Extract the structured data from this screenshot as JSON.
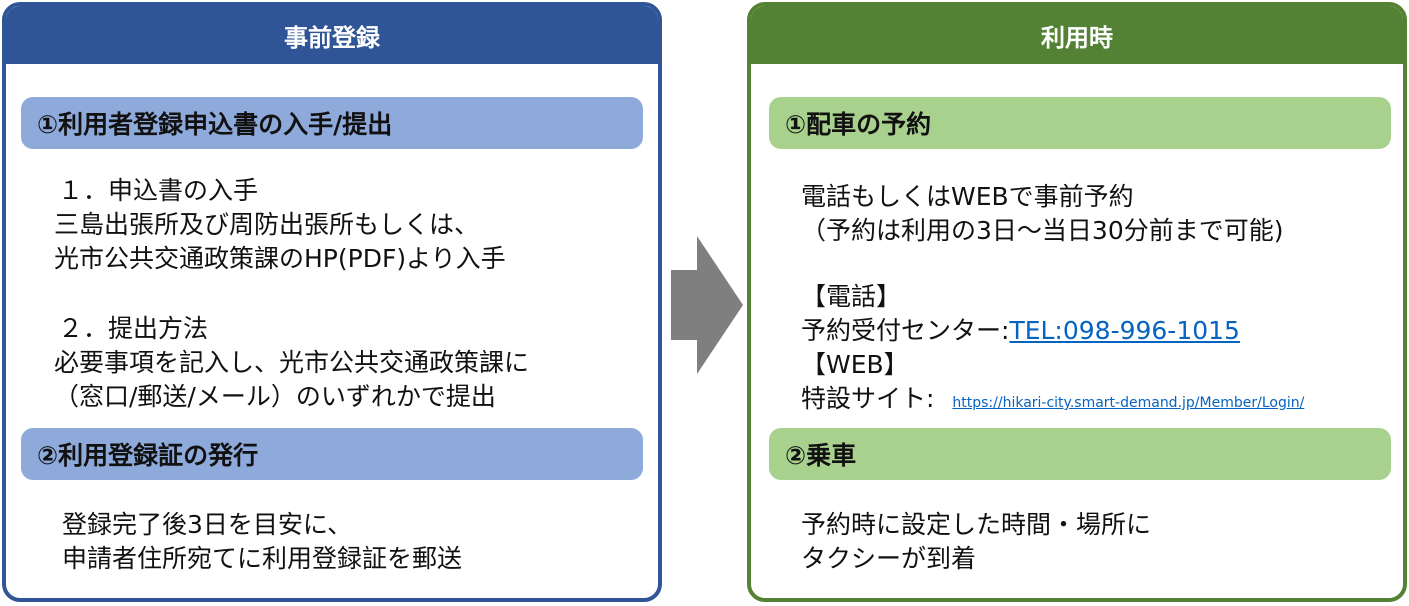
{
  "registration": {
    "header": "事前登録",
    "step1": {
      "title": "①利用者登録申込書の入手/提出",
      "sub1_heading": "１．申込書の入手",
      "sub1_line1": "三島出張所及び周防出張所もしくは、",
      "sub1_line2": "光市公共交通政策課のHP(PDF)より入手",
      "sub2_heading": "２．提出方法",
      "sub2_line1": "必要事項を記入し、光市公共交通政策課に",
      "sub2_line2": "（窓口/郵送/メール）のいずれかで提出"
    },
    "step2": {
      "title": "②利用登録証の発行",
      "line1": "登録完了後3日を目安に、",
      "line2": "申請者住所宛てに利用登録証を郵送"
    }
  },
  "usage": {
    "header": "利用時",
    "step1": {
      "title": "①配車の予約",
      "line1": "電話もしくはWEBで事前予約",
      "line2": "（予約は利用の3日～当日30分前まで可能)",
      "phone_heading": "【電話】",
      "phone_label": "予約受付センター:",
      "phone_link": "TEL:098-996-1015",
      "web_heading": "【WEB】",
      "web_label": "特設サイト:",
      "web_link": "https://hikari-city.smart-demand.jp/Member/Login/"
    },
    "step2": {
      "title": "②乗車",
      "line1": "予約時に設定した時間・場所に",
      "line2": "タクシーが到着"
    }
  },
  "colors": {
    "left_theme": "#2f5597",
    "left_bar": "#8eaadb",
    "right_theme": "#548235",
    "right_bar": "#a9d18e",
    "arrow": "#7f7f7f",
    "link": "#0563c1"
  }
}
